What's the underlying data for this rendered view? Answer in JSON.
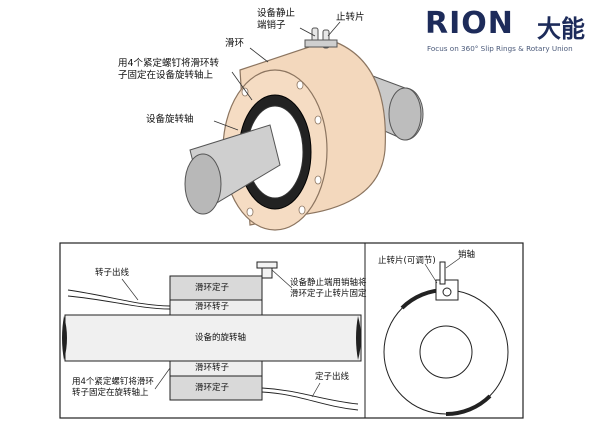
{
  "brand": {
    "name": "RION",
    "name_cn": "大能",
    "tagline": "Focus on 360° Slip Rings & Rotary Union",
    "color": "#1d2b5a"
  },
  "top_view": {
    "labels": {
      "stator_pin": "设备静止\n端销子",
      "stop_tab": "止转片",
      "slip_ring": "滑环",
      "set_screw": "用4个紧定螺钉将滑环转\n子固定在设备旋转轴上",
      "shaft": "设备旋转轴"
    },
    "colors": {
      "ring": "#f3d8bd",
      "ring_edge": "#b89a7c",
      "shaft": "#c9c9c9"
    }
  },
  "bottom_view": {
    "side_labels": {
      "rotor_lead": "转子出线",
      "stator_top": "滑环定子",
      "rotor_top": "滑环转子",
      "shaft": "设备的旋转轴",
      "rotor_bottom": "滑环转子",
      "stator_bottom": "滑环定子",
      "set_screw": "用4个紧定螺钉将滑环\n转子固定在旋转轴上",
      "stator_lead": "定子出线",
      "pin_note": "设备静止端用销轴将\n滑环定子止转片固定"
    },
    "front_labels": {
      "stop_tab": "止转片(可调节)",
      "pin": "销轴"
    }
  }
}
